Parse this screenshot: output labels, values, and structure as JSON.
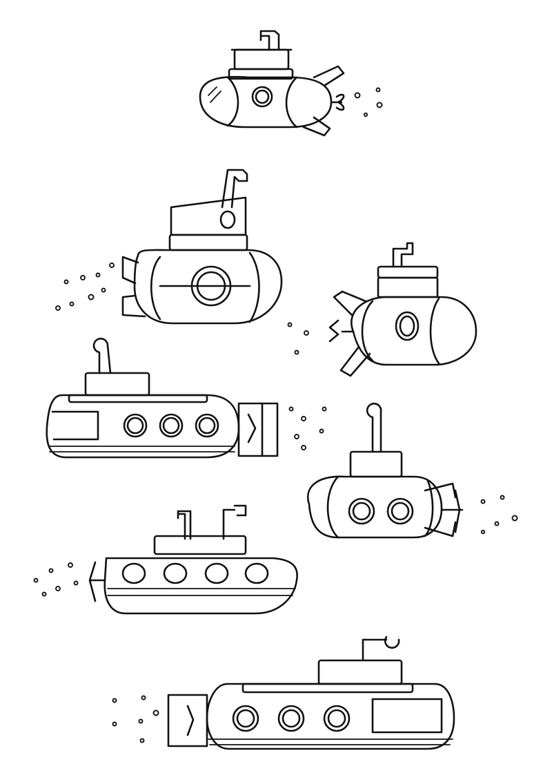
{
  "page": {
    "background": "#ffffff",
    "ink": "#111111"
  },
  "illustration": {
    "subject": "submarines",
    "submarines": [
      {
        "id": "sub-1",
        "facing": "left",
        "portholes": 1,
        "periscopes": 1
      },
      {
        "id": "sub-2",
        "facing": "right",
        "portholes": 1,
        "periscopes": 1
      },
      {
        "id": "sub-3",
        "facing": "right",
        "portholes": 1,
        "periscopes": 1
      },
      {
        "id": "sub-4",
        "facing": "left",
        "portholes": 3,
        "periscopes": 1
      },
      {
        "id": "sub-5",
        "facing": "left",
        "portholes": 2,
        "periscopes": 1
      },
      {
        "id": "sub-6",
        "facing": "right",
        "portholes": 4,
        "periscopes": 2
      },
      {
        "id": "sub-7",
        "facing": "left",
        "portholes": 3,
        "periscopes": 1
      }
    ]
  }
}
